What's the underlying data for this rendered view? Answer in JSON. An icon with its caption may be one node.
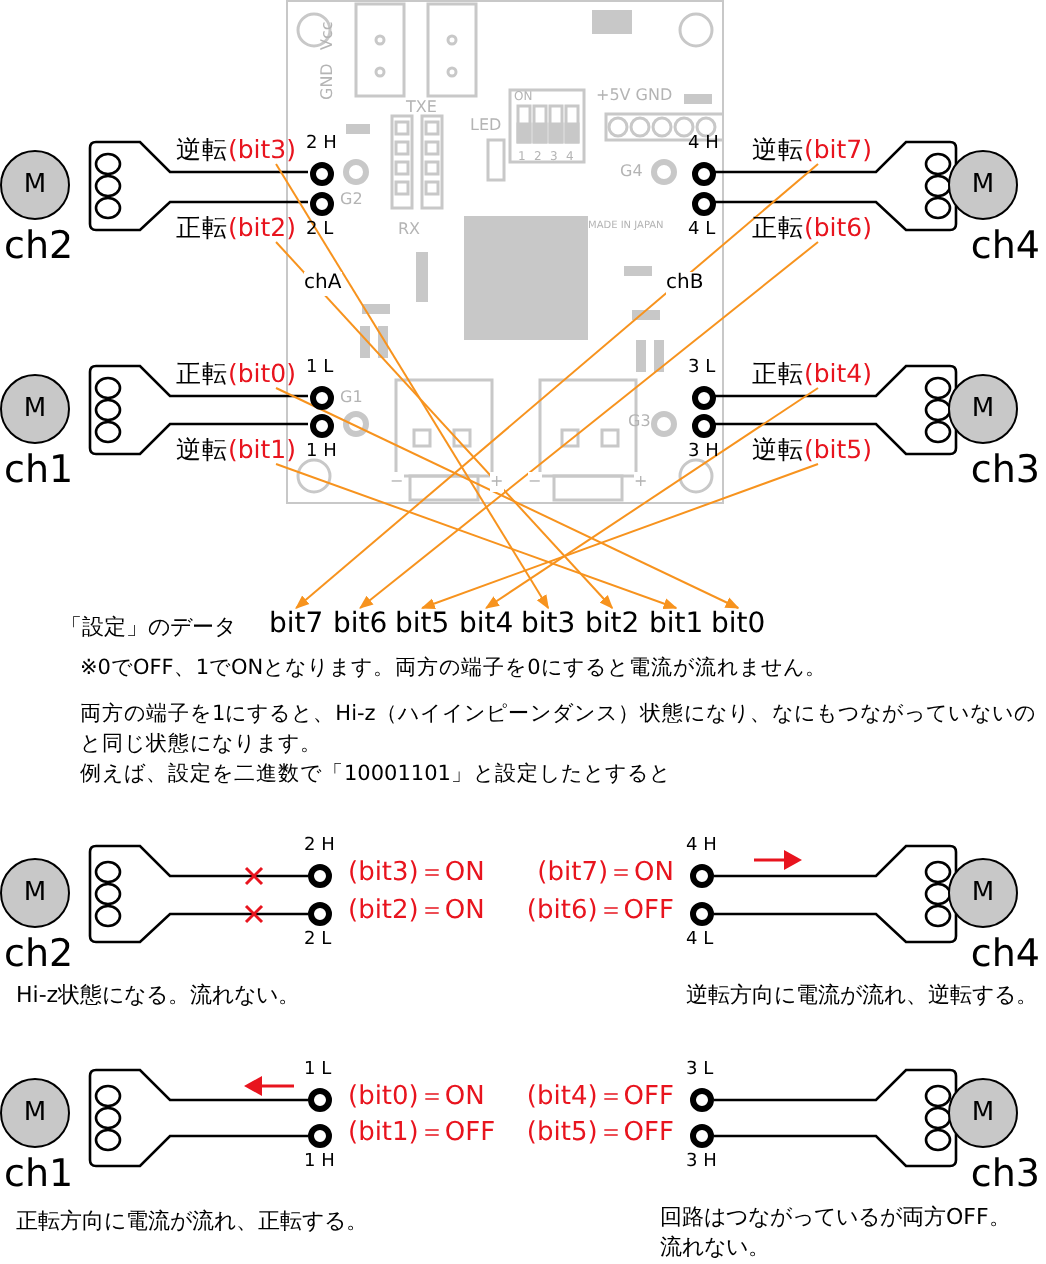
{
  "diagram": {
    "nodes": [
      {
        "text": [
          "Vcc",
          "GND",
          "+5V GND",
          "TXE",
          "LED",
          "ON",
          "1",
          "2",
          "3",
          "4",
          "G4",
          "G2",
          "RX",
          "MADE IN JAPAN",
          "chA",
          "chB",
          "G1",
          "G3",
          "−",
          "+",
          "−",
          "+"
        ]
      },
      {
        "text": [
          "M"
        ],
        "beside": [
          "ch2"
        ]
      },
      {
        "text": [],
        "shape": "coil"
      },
      {
        "text": [
          "逆転",
          "(bit3)"
        ]
      },
      {
        "text": [],
        "shape": "circle",
        "beside": [
          "2 H"
        ],
        "in": 0
      },
      {
        "text": [
          "正転",
          "(bit2)"
        ]
      },
      {
        "text": [],
        "shape": "circle",
        "beside": [
          "2 L"
        ],
        "in": 0
      },
      {
        "text": [],
        "shape": "circle",
        "beside": [
          "4 H"
        ],
        "in": 0
      },
      {
        "text": [
          "逆転",
          "(bit7)"
        ]
      },
      {
        "text": [],
        "shape": "circle",
        "beside": [
          "4 L"
        ],
        "in": 0
      },
      {
        "text": [
          "正転",
          "(bit6)"
        ]
      },
      {
        "text": [],
        "shape": "coil"
      },
      {
        "text": [
          "M"
        ],
        "beside": [
          "ch4"
        ]
      },
      {
        "text": [
          "M"
        ],
        "beside": [
          "ch1"
        ]
      },
      {
        "text": [],
        "shape": "coil"
      },
      {
        "text": [
          "正転",
          "(bit0)"
        ]
      },
      {
        "text": [],
        "shape": "circle",
        "beside": [
          "1 L"
        ],
        "in": 0
      },
      {
        "text": [
          "逆転",
          "(bit1)"
        ]
      },
      {
        "text": [],
        "shape": "circle",
        "beside": [
          "1 H"
        ],
        "in": 0
      },
      {
        "text": [],
        "shape": "circle",
        "beside": [
          "3 L"
        ],
        "in": 0
      },
      {
        "text": [
          "正転",
          "(bit4)"
        ]
      },
      {
        "text": [],
        "shape": "circle",
        "beside": [
          "3 H"
        ],
        "in": 0
      },
      {
        "text": [
          "逆転",
          "(bit5)"
        ]
      },
      {
        "text": [],
        "shape": "coil"
      },
      {
        "text": [
          "M"
        ],
        "beside": [
          "ch3"
        ]
      },
      {
        "text": [
          "bit7"
        ]
      },
      {
        "text": [
          "bit6"
        ]
      },
      {
        "text": [
          "bit5"
        ]
      },
      {
        "text": [
          "bit4"
        ]
      },
      {
        "text": [
          "bit3"
        ]
      },
      {
        "text": [
          "bit2"
        ]
      },
      {
        "text": [
          "bit1"
        ]
      },
      {
        "text": [
          "bit0"
        ]
      },
      {
        "text": [
          "M"
        ],
        "beside": [
          "ch2"
        ]
      },
      {
        "text": [],
        "shape": "coil"
      },
      {
        "text": [],
        "shape": "circle",
        "beside": [
          "2 H",
          "(bit3)＝ON"
        ]
      },
      {
        "text": [],
        "shape": "circle",
        "beside": [
          "2 L",
          "(bit2)＝ON"
        ]
      },
      {
        "text": [],
        "shape": "circle",
        "beside": [
          "4 H",
          "(bit7)＝ON"
        ]
      },
      {
        "text": [],
        "shape": "circle",
        "beside": [
          "4 L",
          "(bit6)＝OFF"
        ]
      },
      {
        "text": [],
        "shape": "coil"
      },
      {
        "text": [
          "M"
        ],
        "beside": [
          "ch4"
        ]
      },
      {
        "text": [
          "M"
        ],
        "beside": [
          "ch1"
        ]
      },
      {
        "text": [],
        "shape": "coil"
      },
      {
        "text": [],
        "shape": "circle",
        "beside": [
          "1 L",
          "(bit0)＝ON"
        ]
      },
      {
        "text": [],
        "shape": "circle",
        "beside": [
          "1 H",
          "(bit1)＝OFF"
        ]
      },
      {
        "text": [],
        "shape": "circle",
        "beside": [
          "3 L",
          "(bit4)＝OFF"
        ]
      },
      {
        "text": [],
        "shape": "circle",
        "beside": [
          "3 H",
          "(bit5)＝OFF"
        ]
      },
      {
        "text": [],
        "shape": "coil"
      },
      {
        "text": [
          "M"
        ],
        "beside": [
          "ch3"
        ]
      }
    ],
    "edges": [
      {
        "from": 2,
        "to": 4,
        "arrow": "none"
      },
      {
        "from": 2,
        "to": 6,
        "arrow": "none"
      },
      {
        "from": 11,
        "to": 7,
        "arrow": "none"
      },
      {
        "from": 11,
        "to": 9,
        "arrow": "none"
      },
      {
        "from": 14,
        "to": 16,
        "arrow": "none"
      },
      {
        "from": 14,
        "to": 18,
        "arrow": "none"
      },
      {
        "from": 23,
        "to": 19,
        "arrow": "none"
      },
      {
        "from": 23,
        "to": 21,
        "arrow": "none"
      },
      {
        "from": 3,
        "to": 29,
        "arrow": "to",
        "color": "#f7931e"
      },
      {
        "from": 5,
        "to": 30,
        "arrow": "to",
        "color": "#f7931e"
      },
      {
        "from": 8,
        "to": 25,
        "arrow": "to",
        "color": "#f7931e"
      },
      {
        "from": 10,
        "to": 26,
        "arrow": "to",
        "color": "#f7931e"
      },
      {
        "from": 15,
        "to": 32,
        "arrow": "to",
        "color": "#f7931e"
      },
      {
        "from": 17,
        "to": 31,
        "arrow": "to",
        "color": "#f7931e"
      },
      {
        "from": 20,
        "to": 28,
        "arrow": "to",
        "color": "#f7931e"
      },
      {
        "from": 22,
        "to": 27,
        "arrow": "to",
        "color": "#f7931e"
      },
      {
        "from": 34,
        "to": 35,
        "arrow": "none"
      },
      {
        "from": 34,
        "to": 36,
        "arrow": "none"
      },
      {
        "from": 39,
        "to": 37,
        "arrow": "none"
      },
      {
        "from": 39,
        "to": 38,
        "arrow": "none"
      },
      {
        "from": 42,
        "to": 43,
        "arrow": "none"
      },
      {
        "from": 42,
        "to": 44,
        "arrow": "none"
      },
      {
        "from": 47,
        "to": 45,
        "arrow": "none"
      },
      {
        "from": 47,
        "to": 46,
        "arrow": "none"
      }
    ],
    "labels": [
      "「設定」のデータ",
      "※0でOFF、1でONとなります。両方の端子を0にすると電流が流れません。",
      "両方の端子を1にすると、Hi-z（ハイインピーンダンス）状態になり、なにもつながっていないのと同じ状態になります。",
      "例えば、設定を二進数で「10001101」と設定したとすると",
      "Hi-z状態になる。流れない。",
      "逆転方向に電流が流れ、逆転する。",
      "正転方向に電流が流れ、正転する。",
      "回路はつながっているが両方OFF。流れない。"
    ]
  }
}
